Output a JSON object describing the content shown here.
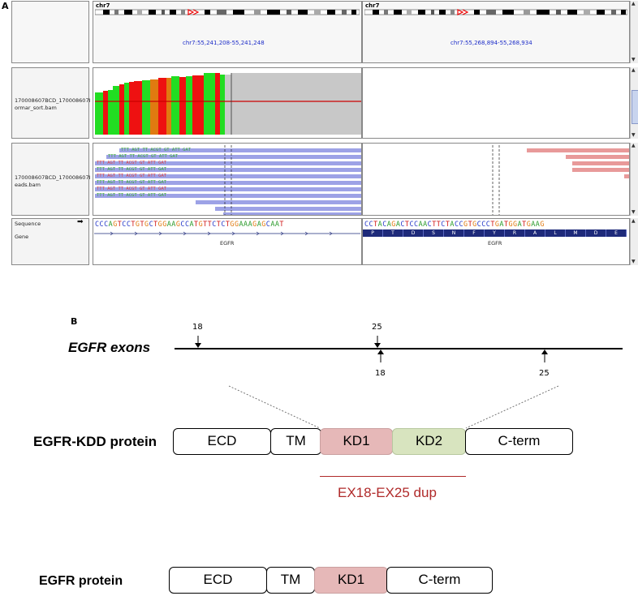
{
  "panel_a": {
    "label": "A",
    "left_chr": "chr7",
    "right_chr": "chr7",
    "left_locus": "chr7:55,241,208-55,241,248",
    "right_locus": "chr7:55,268,894-55,268,934",
    "track1_name_line1": "170008607BCD_170008607I",
    "track1_name_line2": "ormar_sort.bam",
    "track2_name_line1": "170008607BCD_170008607I",
    "track2_name_line2": "eads.bam",
    "sequence_label": "Sequence",
    "gene_label": "Gene",
    "sequence_left": "CCCAGTCCTGTGCTGGAAGCCATGTTCTCTGGAAAGAGCAAT",
    "sequence_right": "CCTACAGACTCCAACTTCTACCGTGCCCTGATGGATGAAG",
    "amino_acids": [
      "P",
      "T",
      "D",
      "S",
      "N",
      "F",
      "Y",
      "R",
      "A",
      "L",
      "M",
      "D",
      "E"
    ],
    "gene_left": "EGFR",
    "gene_right": "EGFR",
    "read_tag": "TTT AGT TT ACGT GT ATT GAT",
    "seq_colors": {
      "A": "#2a9a2a",
      "C": "#2538c8",
      "G": "#e07a10",
      "T": "#d01818"
    }
  },
  "panel_b": {
    "label": "B",
    "exons_title": "EGFR exons",
    "exon_top_left": "18",
    "exon_top_mid": "25",
    "exon_bottom_mid": "18",
    "exon_bottom_right": "25",
    "kdd_label": "EGFR-KDD protein",
    "kdd_domains": [
      "ECD",
      "TM",
      "KD1",
      "KD2",
      "C-term"
    ],
    "dup_label": "EX18-EX25 dup",
    "wt_label": "EGFR protein",
    "wt_domains": [
      "ECD",
      "TM",
      "KD1",
      "C-term"
    ],
    "colors": {
      "kd1": "#e6b8b8",
      "kd2": "#d8e4bf",
      "dup": "#b02a2a"
    }
  }
}
